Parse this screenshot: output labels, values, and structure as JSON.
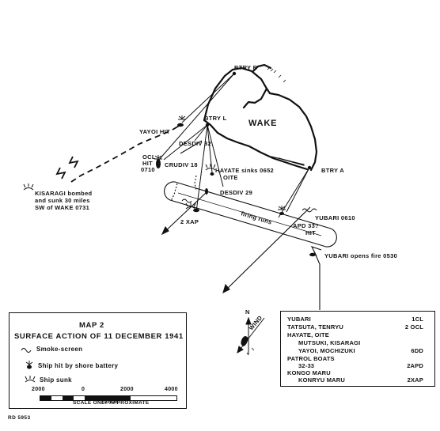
{
  "map": {
    "title": "WAKE",
    "batteries": {
      "b": "BTRY B",
      "l": "BTRY L",
      "a": "BTRY A"
    },
    "annotations": {
      "yayoi_hit": "YAYOI HIT",
      "desdiv32": "DESDIV 32",
      "ocl": "OCL",
      "hit": "HIT",
      "time_0710": "0710",
      "crudiv18": "CRUDIV 18",
      "hayate_sinks": "HAYATE sinks 0652",
      "oite": "OITE",
      "desdiv29": "DESDIV 29",
      "xap": "2 XAP",
      "firing_runs": "firing runs",
      "yubari_0610": "YUBARI 0610",
      "apd_hit": "APD 33?",
      "apd_hit_word": "HIT",
      "yubari_opens": "YUBARI opens fire 0530",
      "kisaragi_1": "KISARAGI bombed",
      "kisaragi_2": "and sunk 30 miles",
      "kisaragi_3": "SW of WAKE 0731"
    },
    "compass": {
      "north": "N",
      "wind": "WIND"
    }
  },
  "legend": {
    "map_label": "MAP 2",
    "title": "SURFACE ACTION OF 11 DECEMBER 1941",
    "items": [
      {
        "label": "Smoke-screen",
        "icon": "smoke-screen-icon"
      },
      {
        "label": "Ship hit by shore battery",
        "icon": "ship-hit-icon"
      },
      {
        "label": "Ship sunk",
        "icon": "ship-sunk-icon"
      }
    ],
    "scale": {
      "ticks": [
        "2000",
        "0",
        "2000",
        "4000"
      ],
      "unit": "YARDS",
      "note": "SCALE ONLY APPROXIMATE"
    }
  },
  "forces": [
    {
      "name": "YUBARI",
      "type": "1CL"
    },
    {
      "name": "TATSUTA, TENRYU",
      "type": "2 OCL"
    },
    {
      "name": "HAYATE, OITE",
      "type": ""
    },
    {
      "name": "MUTSUKI, KISARAGI",
      "type": ""
    },
    {
      "name": "YAYOI, MOCHIZUKI",
      "type": "6DD"
    },
    {
      "name": "PATROL BOATS",
      "type": ""
    },
    {
      "name": "32-33",
      "type": "2APD"
    },
    {
      "name": "KONGO MARU",
      "type": ""
    },
    {
      "name": "KONRYU MARU",
      "type": "2XAP"
    }
  ],
  "reference": "RD 5953"
}
